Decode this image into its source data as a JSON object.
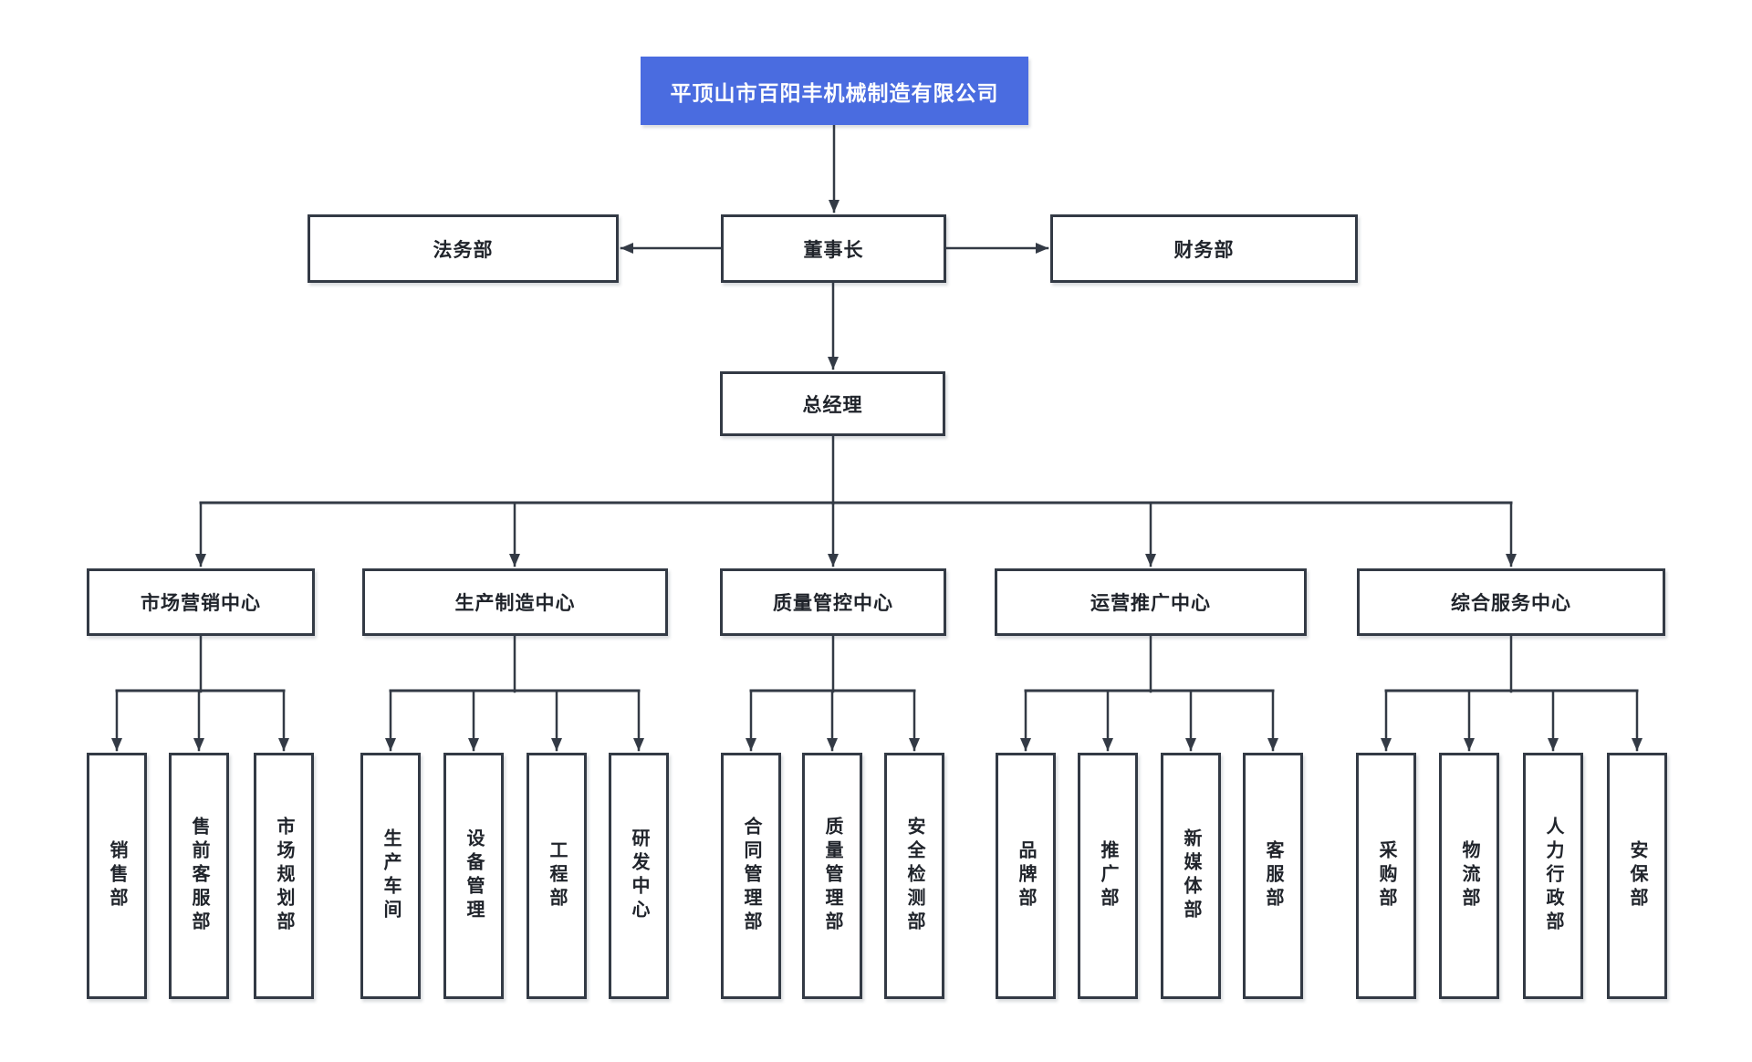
{
  "org": {
    "root": {
      "label": "平顶山市百阳丰机械制造有限公司"
    },
    "chairman": {
      "label": "董事长"
    },
    "legal": {
      "label": "法务部"
    },
    "finance": {
      "label": "财务部"
    },
    "general_manager": {
      "label": "总经理"
    },
    "centers": [
      {
        "label": "市场营销中心",
        "departments": [
          "销售部",
          "售前客服部",
          "市场规划部"
        ]
      },
      {
        "label": "生产制造中心",
        "departments": [
          "生产车间",
          "设备管理",
          "工程部",
          "研发中心"
        ]
      },
      {
        "label": "质量管控中心",
        "departments": [
          "合同管理部",
          "质量管理部",
          "安全检测部"
        ]
      },
      {
        "label": "运营推广中心",
        "departments": [
          "品牌部",
          "推广部",
          "新媒体部",
          "客服部"
        ]
      },
      {
        "label": "综合服务中心",
        "departments": [
          "采购部",
          "物流部",
          "人力行政部",
          "安保部"
        ]
      }
    ],
    "colors": {
      "accent_blue": "#4a6ce0",
      "line": "#333a45",
      "node_text": "#20242b",
      "root_text": "#ffffff",
      "background": "#ffffff"
    }
  }
}
